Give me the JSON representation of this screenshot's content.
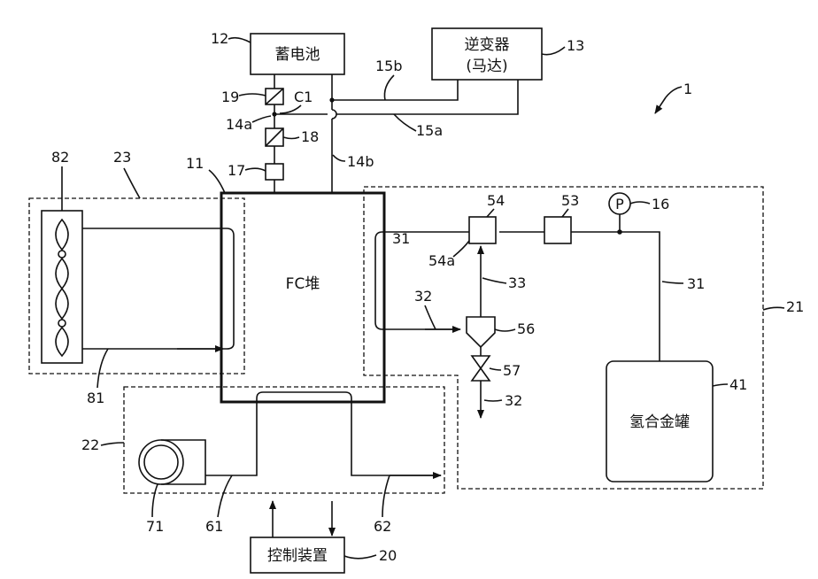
{
  "components": {
    "battery": "蓄电池",
    "inverter_line1": "逆变器",
    "inverter_line2": "(马达)",
    "fc_stack": "FC堆",
    "hydrogen_tank": "氢合金罐",
    "controller": "控制装置",
    "pressure_sensor": "P"
  },
  "labels": {
    "system": "1",
    "fc_stack": "11",
    "battery": "12",
    "inverter": "13",
    "line_14a": "14a",
    "line_14b": "14b",
    "line_15a": "15a",
    "line_15b": "15b",
    "pressure": "16",
    "comp_17": "17",
    "comp_18": "18",
    "comp_19": "19",
    "capacitor": "C1",
    "controller": "20",
    "hydrogen_unit": "21",
    "air_unit": "22",
    "cooling_unit": "23",
    "pipe_31a": "31",
    "pipe_31b": "31",
    "pipe_32a": "32",
    "pipe_32b": "32",
    "pipe_33": "33",
    "tank": "41",
    "comp_53": "53",
    "valve_54": "54",
    "port_54a": "54a",
    "separator_56": "56",
    "valve_57": "57",
    "air_in_61": "61",
    "air_out_62": "62",
    "blower": "71",
    "coolant": "81",
    "radiator": "82"
  }
}
